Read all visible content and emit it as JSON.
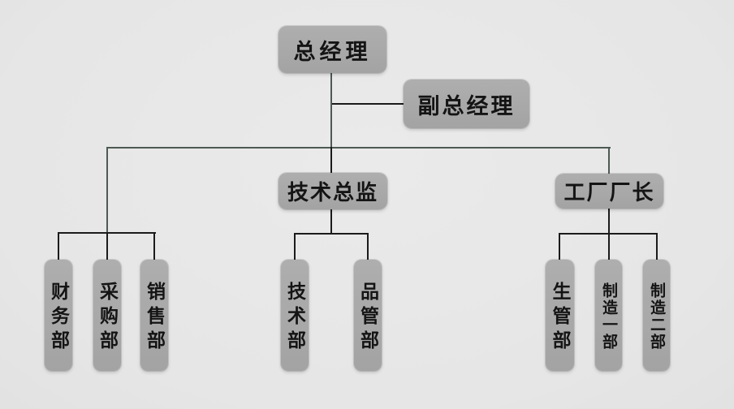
{
  "diagram": {
    "type": "org-chart",
    "language": "zh-CN",
    "title": ""
  },
  "nodes": {
    "general_manager": {
      "label": "总经理"
    },
    "deputy_general_manager": {
      "label": "副总经理"
    },
    "technical_director": {
      "label": "技术总监"
    },
    "factory_manager": {
      "label": "工厂厂长"
    },
    "finance_dept": {
      "label": "财务部"
    },
    "purchasing_dept": {
      "label": "采购部"
    },
    "sales_dept": {
      "label": "销售部"
    },
    "technology_dept": {
      "label": "技术部"
    },
    "quality_dept": {
      "label": "品管部"
    },
    "production_control_dept": {
      "label": "生管部"
    },
    "manufacturing_dept_1": {
      "label": "制造一部"
    },
    "manufacturing_dept_2": {
      "label": "制造二部"
    }
  },
  "hierarchy": {
    "general_manager": [
      "finance_dept",
      "purchasing_dept",
      "sales_dept",
      "technical_director",
      "factory_manager"
    ],
    "technical_director": [
      "technology_dept",
      "quality_dept"
    ],
    "factory_manager": [
      "production_control_dept",
      "manufacturing_dept_1",
      "manufacturing_dept_2"
    ],
    "staff_link": {
      "general_manager": "deputy_general_manager"
    }
  },
  "colors": {
    "background": "#e7e7e7",
    "node_fill": "#a9a9a9",
    "node_text": "#141414",
    "connector_dark": "#1b1b1b",
    "connector_muted": "#4e5a53"
  }
}
